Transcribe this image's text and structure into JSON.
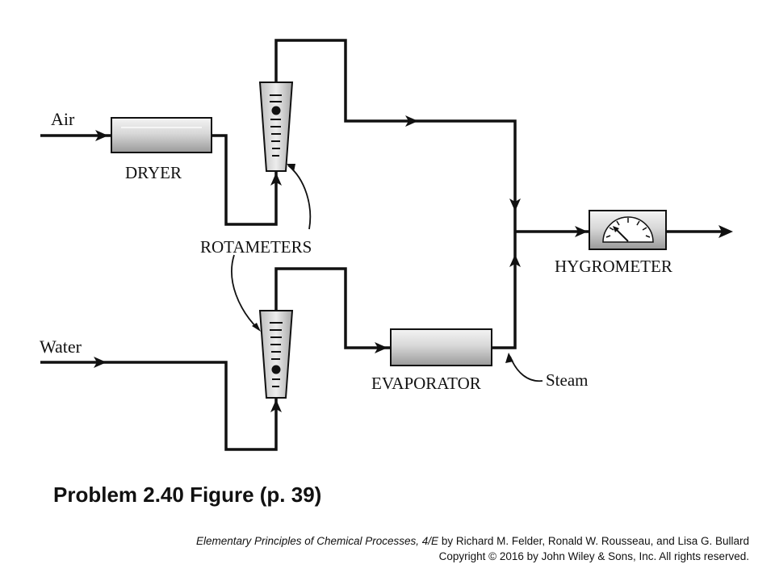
{
  "labels": {
    "air": "Air",
    "water": "Water",
    "dryer": "DRYER",
    "rotameters": "ROTAMETERS",
    "evaporator": "EVAPORATOR",
    "steam": "Steam",
    "hygrometer": "HYGROMETER"
  },
  "caption": "Problem 2.40 Figure (p. 39)",
  "credit": {
    "book_title": "Elementary Principles of Chemical Processes, 4/E",
    "authors": " by  Richard M. Felder, Ronald W. Rousseau, and Lisa G. Bullard",
    "copyright": "Copyright © 2016 by John Wiley & Sons, Inc.  All rights reserved."
  }
}
